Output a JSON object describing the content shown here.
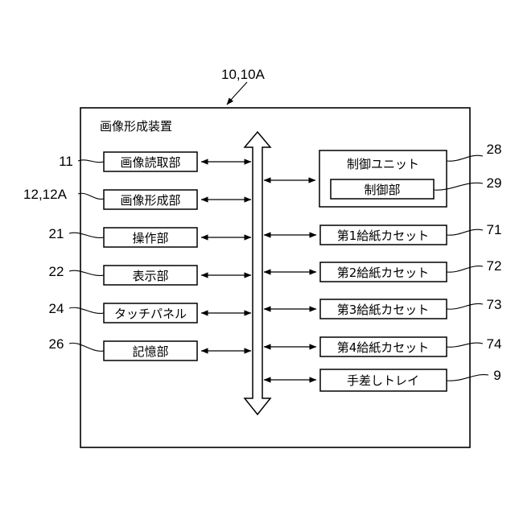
{
  "device": {
    "ref": "10,10A",
    "title": "画像形成装置"
  },
  "left_blocks": [
    {
      "label": "画像読取部",
      "ref": "11"
    },
    {
      "label": "画像形成部",
      "ref": "12,12A"
    },
    {
      "label": "操作部",
      "ref": "21"
    },
    {
      "label": "表示部",
      "ref": "22"
    },
    {
      "label": "タッチパネル",
      "ref": "24"
    },
    {
      "label": "記憶部",
      "ref": "26"
    }
  ],
  "control_unit": {
    "label": "制御ユニット",
    "ref": "28",
    "inner": {
      "label": "制御部",
      "ref": "29"
    }
  },
  "right_blocks": [
    {
      "label": "第1給紙カセット",
      "ref": "71"
    },
    {
      "label": "第2給紙カセット",
      "ref": "72"
    },
    {
      "label": "第3給紙カセット",
      "ref": "73"
    },
    {
      "label": "第4給紙カセット",
      "ref": "74"
    },
    {
      "label": "手差しトレイ",
      "ref": "9"
    }
  ]
}
